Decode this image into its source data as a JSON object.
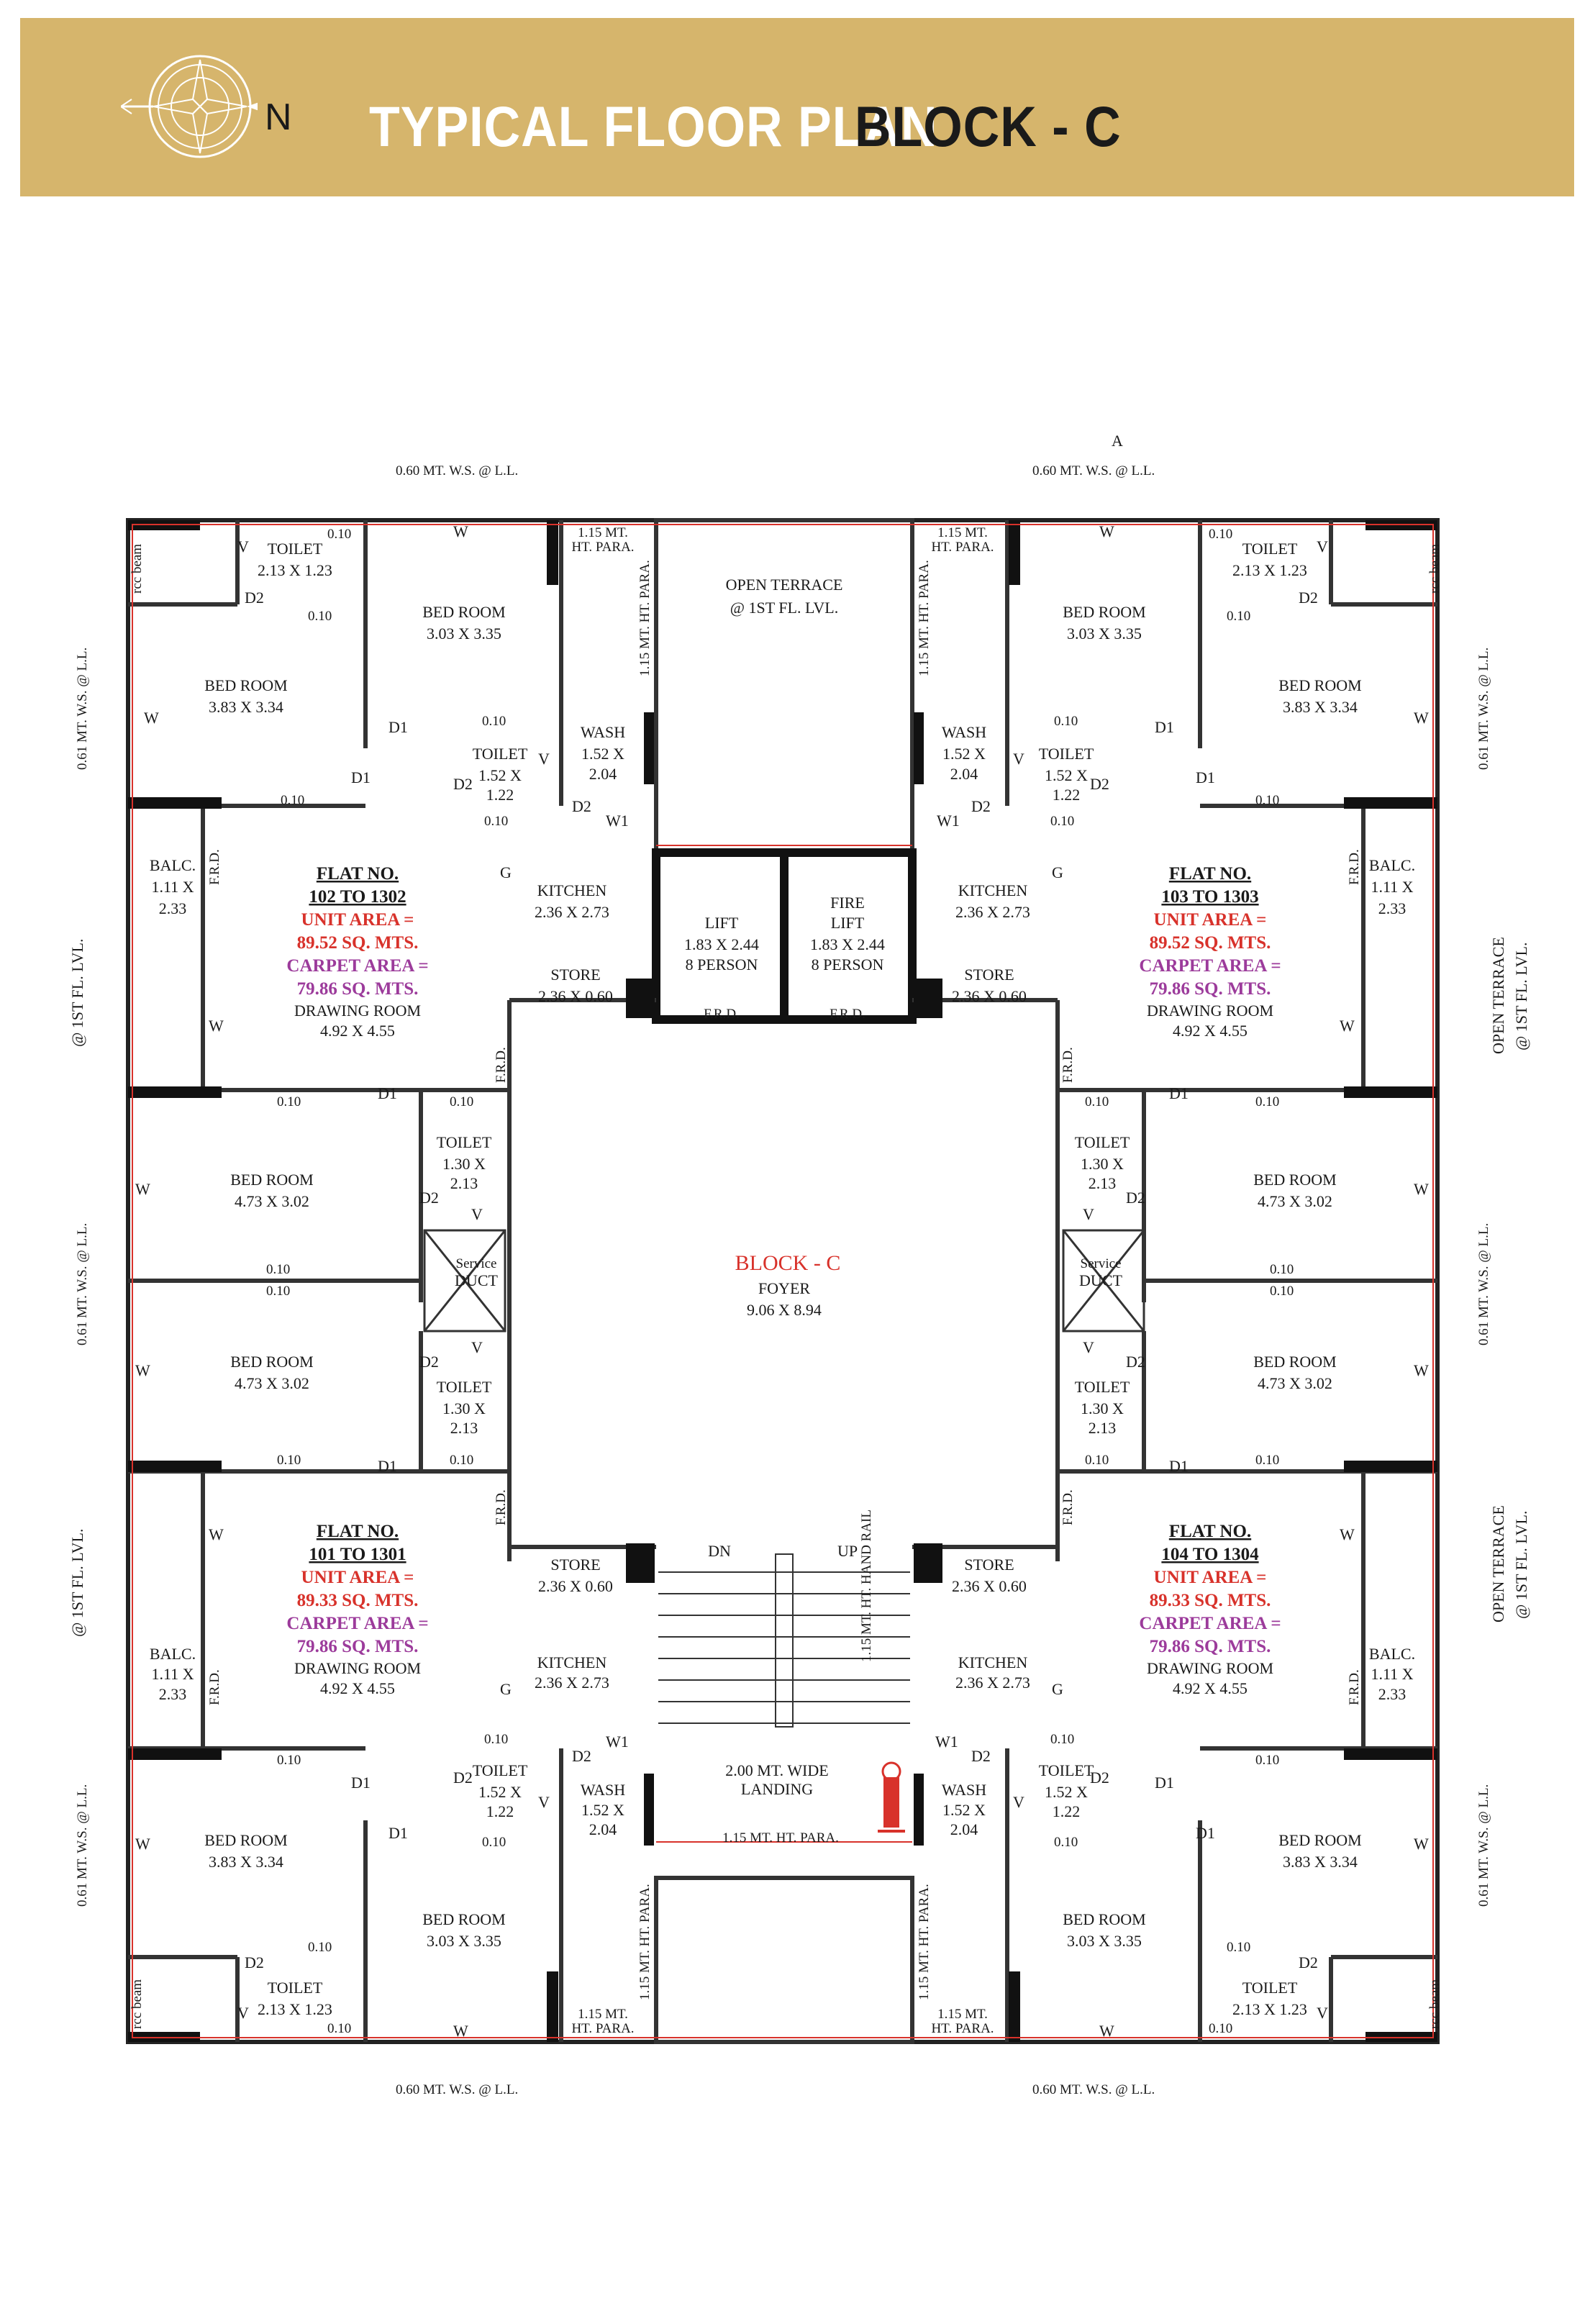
{
  "header": {
    "north": "N",
    "title": "TYPICAL FLOOR PLAN",
    "block": "BLOCK - C",
    "compass_icon": "compass-rose-icon",
    "background": "#d6b56c"
  },
  "colors": {
    "wall": "#333333",
    "column": "#111111",
    "outline_red": "#d8322b",
    "area_red": "#d8322b",
    "area_purple": "#9c3b9b"
  },
  "labels": {
    "ws_060": "0.60 MT. W.S. @ L.L.",
    "ws_061": "0.61 MT. W.S. @ L.L.",
    "mt_ws": "0.61 MT.W.S.@ L.L.",
    "ht_para_115": "1.15 MT. HT. PARA.",
    "mt_115": "1.15 MT.",
    "ht_para": "HT. PARA.",
    "dim_010": "0.10",
    "a_marker": "A",
    "rcc_beam": "rcc beam",
    "frd": "F.R.D.",
    "first_fl_lvl": "@ 1ST FL. LVL.",
    "open_terrace_side": "OPEN TERRACE",
    "at_first_fl": "@ 1ST FL. LVL.",
    "w": "W",
    "v": "V",
    "g": "G",
    "d1": "D1",
    "d2": "D2",
    "w1": "W1",
    "dn": "DN",
    "up": "UP",
    "hand_rail": "1.15 MT. HT. HAND RAIL"
  },
  "rooms": {
    "toilet": "TOILET",
    "toilet_small_dim": "2.13 X 1.23",
    "bed_room": "BED ROOM",
    "bed_303": "3.03 X 3.35",
    "bed_383": "3.83 X 3.34",
    "bed_473": "4.73 X 3.02",
    "wash": "WASH",
    "w_152x": "1.52 X",
    "w_204": "2.04",
    "t_122": "1.22",
    "t_130x": "1.30 X",
    "t_213": "2.13",
    "balc": "BALC.",
    "balc_111": "1.11 X",
    "balc_233": "2.33",
    "kitchen": "KITCHEN",
    "kitchen_dim": "2.36 X 2.73",
    "store": "STORE",
    "store_dim": "2.36 X 0.60",
    "drawing_room": "DRAWING ROOM",
    "drawing_dim": "4.92 X 4.55",
    "service": "Service",
    "duct": "DUCT",
    "open_terrace": "OPEN TERRACE",
    "terrace_lvl": "@ 1ST FL. LVL.",
    "lift": "LIFT",
    "fire": "FIRE",
    "lift_dim": "1.83 X 2.44",
    "person": "8 PERSON",
    "block_c": "BLOCK - C",
    "foyer": "FOYER",
    "foyer_dim": "9.06 X 8.94",
    "landing_1": "2.00 MT. WIDE",
    "landing_2": "LANDING"
  },
  "flats": [
    {
      "title": "FLAT NO.",
      "range": "102 TO 1302",
      "unit": "UNIT AREA =",
      "unit_val": "89.52 SQ. MTS.",
      "carpet": "CARPET AREA =",
      "carpet_val": "79.86 SQ. MTS."
    },
    {
      "title": "FLAT NO.",
      "range": "103 TO 1303",
      "unit": "UNIT AREA =",
      "unit_val": "89.52 SQ. MTS.",
      "carpet": "CARPET AREA =",
      "carpet_val": "79.86 SQ. MTS."
    },
    {
      "title": "FLAT NO.",
      "range": "101 TO 1301",
      "unit": "UNIT AREA =",
      "unit_val": "89.33 SQ. MTS.",
      "carpet": "CARPET AREA =",
      "carpet_val": "79.86 SQ. MTS."
    },
    {
      "title": "FLAT NO.",
      "range": "104 TO 1304",
      "unit": "UNIT AREA =",
      "unit_val": "89.33 SQ. MTS.",
      "carpet": "CARPET AREA =",
      "carpet_val": "79.86 SQ. MTS."
    }
  ]
}
